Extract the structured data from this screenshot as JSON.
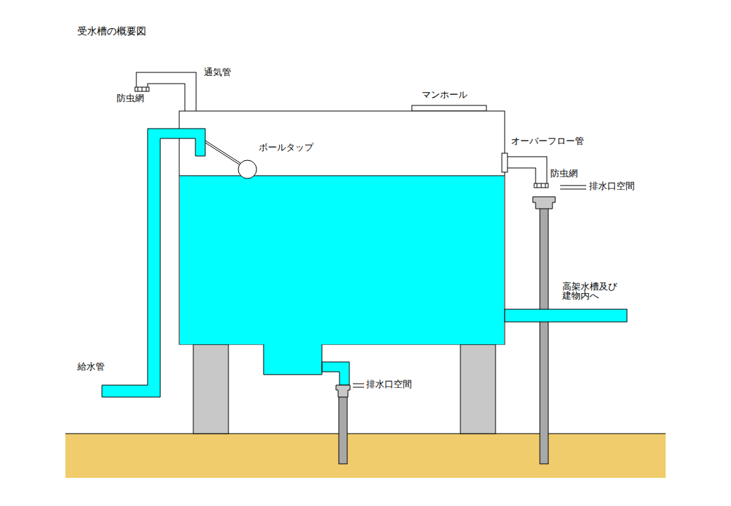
{
  "diagram": {
    "title": "受水槽の概要図",
    "labels": [
      "通気管",
      "防虫網",
      "マンホール",
      "ボールタップ",
      "オーバーフロー管",
      "防虫網",
      "排水口空間",
      "高架水槽及び 建物内へ",
      "給水管",
      "排水口空間"
    ]
  }
}
